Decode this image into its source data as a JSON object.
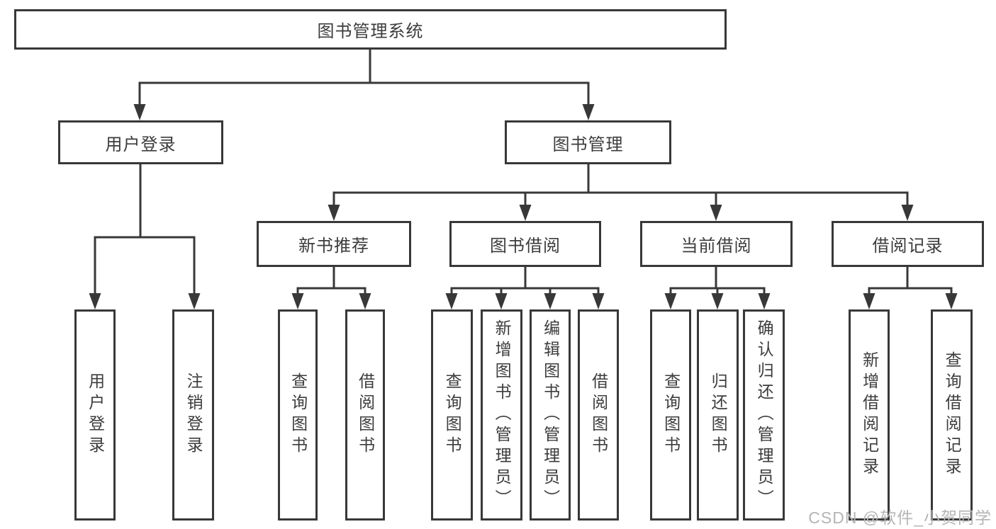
{
  "colors": {
    "line": "#383838",
    "text": "#3c3c3c",
    "watermark": "#b5b5b5",
    "background": "#ffffff"
  },
  "diagram": {
    "root": {
      "label": "图书管理系统"
    },
    "branches": [
      {
        "label": "用户登录",
        "children": [
          {
            "label": "用户登录"
          },
          {
            "label": "注销登录"
          }
        ]
      },
      {
        "label": "图书管理",
        "groups": [
          {
            "label": "新书推荐",
            "children": [
              {
                "label": "查询图书"
              },
              {
                "label": "借阅图书"
              }
            ]
          },
          {
            "label": "图书借阅",
            "children": [
              {
                "label": "查询图书"
              },
              {
                "label": "新增图书（管理员）"
              },
              {
                "label": "编辑图书（管理员）"
              },
              {
                "label": "借阅图书"
              }
            ]
          },
          {
            "label": "当前借阅",
            "children": [
              {
                "label": "查询图书"
              },
              {
                "label": "归还图书"
              },
              {
                "label": "确认归还（管理员）"
              }
            ]
          },
          {
            "label": "借阅记录",
            "children": [
              {
                "label": "新增借阅记录"
              },
              {
                "label": "查询借阅记录"
              }
            ]
          }
        ]
      }
    ]
  },
  "watermark": {
    "text": "CSDN @软件_小贺同学"
  }
}
